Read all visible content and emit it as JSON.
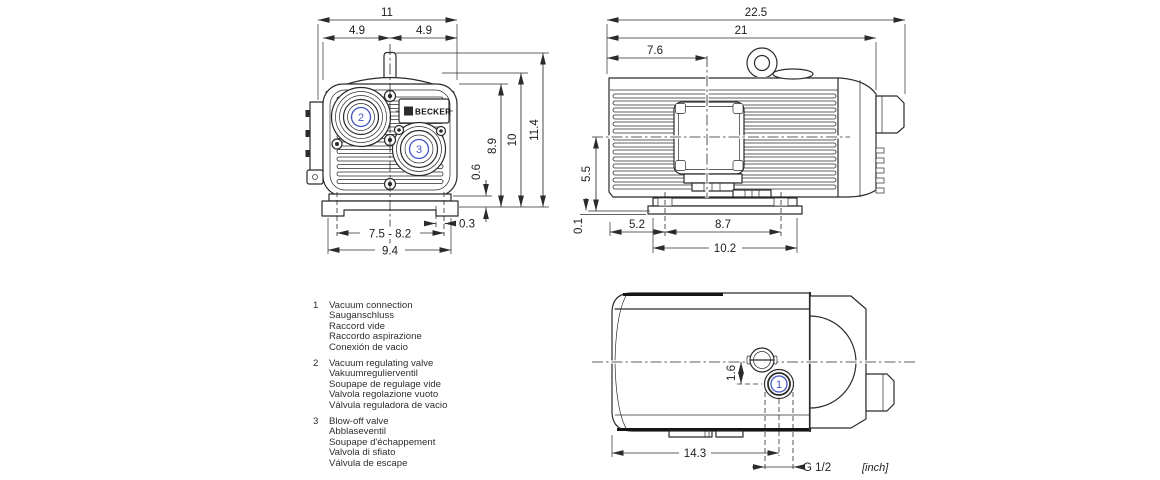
{
  "drawing": {
    "brand": "BECKER",
    "unit_note": "[inch]",
    "callouts": {
      "c1": "1",
      "c2": "2",
      "c3": "3"
    },
    "front_view": {
      "width_total": "11",
      "width_left": "4.9",
      "width_right": "4.9",
      "height_body": "8.9",
      "height_dome": "10",
      "height_total": "11.4",
      "base_step": "0.6",
      "foot_edge_offset": "0.3",
      "mount_slot_range": "7.5 - 8.2",
      "mount_width": "9.4"
    },
    "side_view": {
      "length_total": "22.5",
      "length_body": "21",
      "cover_center": "7.6",
      "axis_height": "5.5",
      "shim_height": "0.1",
      "foot_left_offset": "5.2",
      "foot_span": "8.7",
      "foot_total": "10.2"
    },
    "top_view": {
      "port_offset": "1.6",
      "port_position": "14.3",
      "thread": "G 1/2"
    }
  },
  "legend": {
    "items": [
      {
        "num": "1",
        "lines": [
          "Vacuum connection",
          "Sauganschluss",
          "Raccord vide",
          "Raccordo aspirazione",
          "Conexión de vacio"
        ]
      },
      {
        "num": "2",
        "lines": [
          "Vacuum regulating valve",
          "Vakuumregulierventil",
          "Soupape de regulage vide",
          "Valvola regolazione vuoto",
          "Válvula reguladora de vacio"
        ]
      },
      {
        "num": "3",
        "lines": [
          "Blow-off valve",
          "Abblaseventil",
          "Soupape d'échappement",
          "Valvola di sfiato",
          "Válvula de escape"
        ]
      }
    ]
  },
  "colors": {
    "line": "#2b2b2b",
    "callout_blue": "#4353c4",
    "background": "#ffffff"
  }
}
